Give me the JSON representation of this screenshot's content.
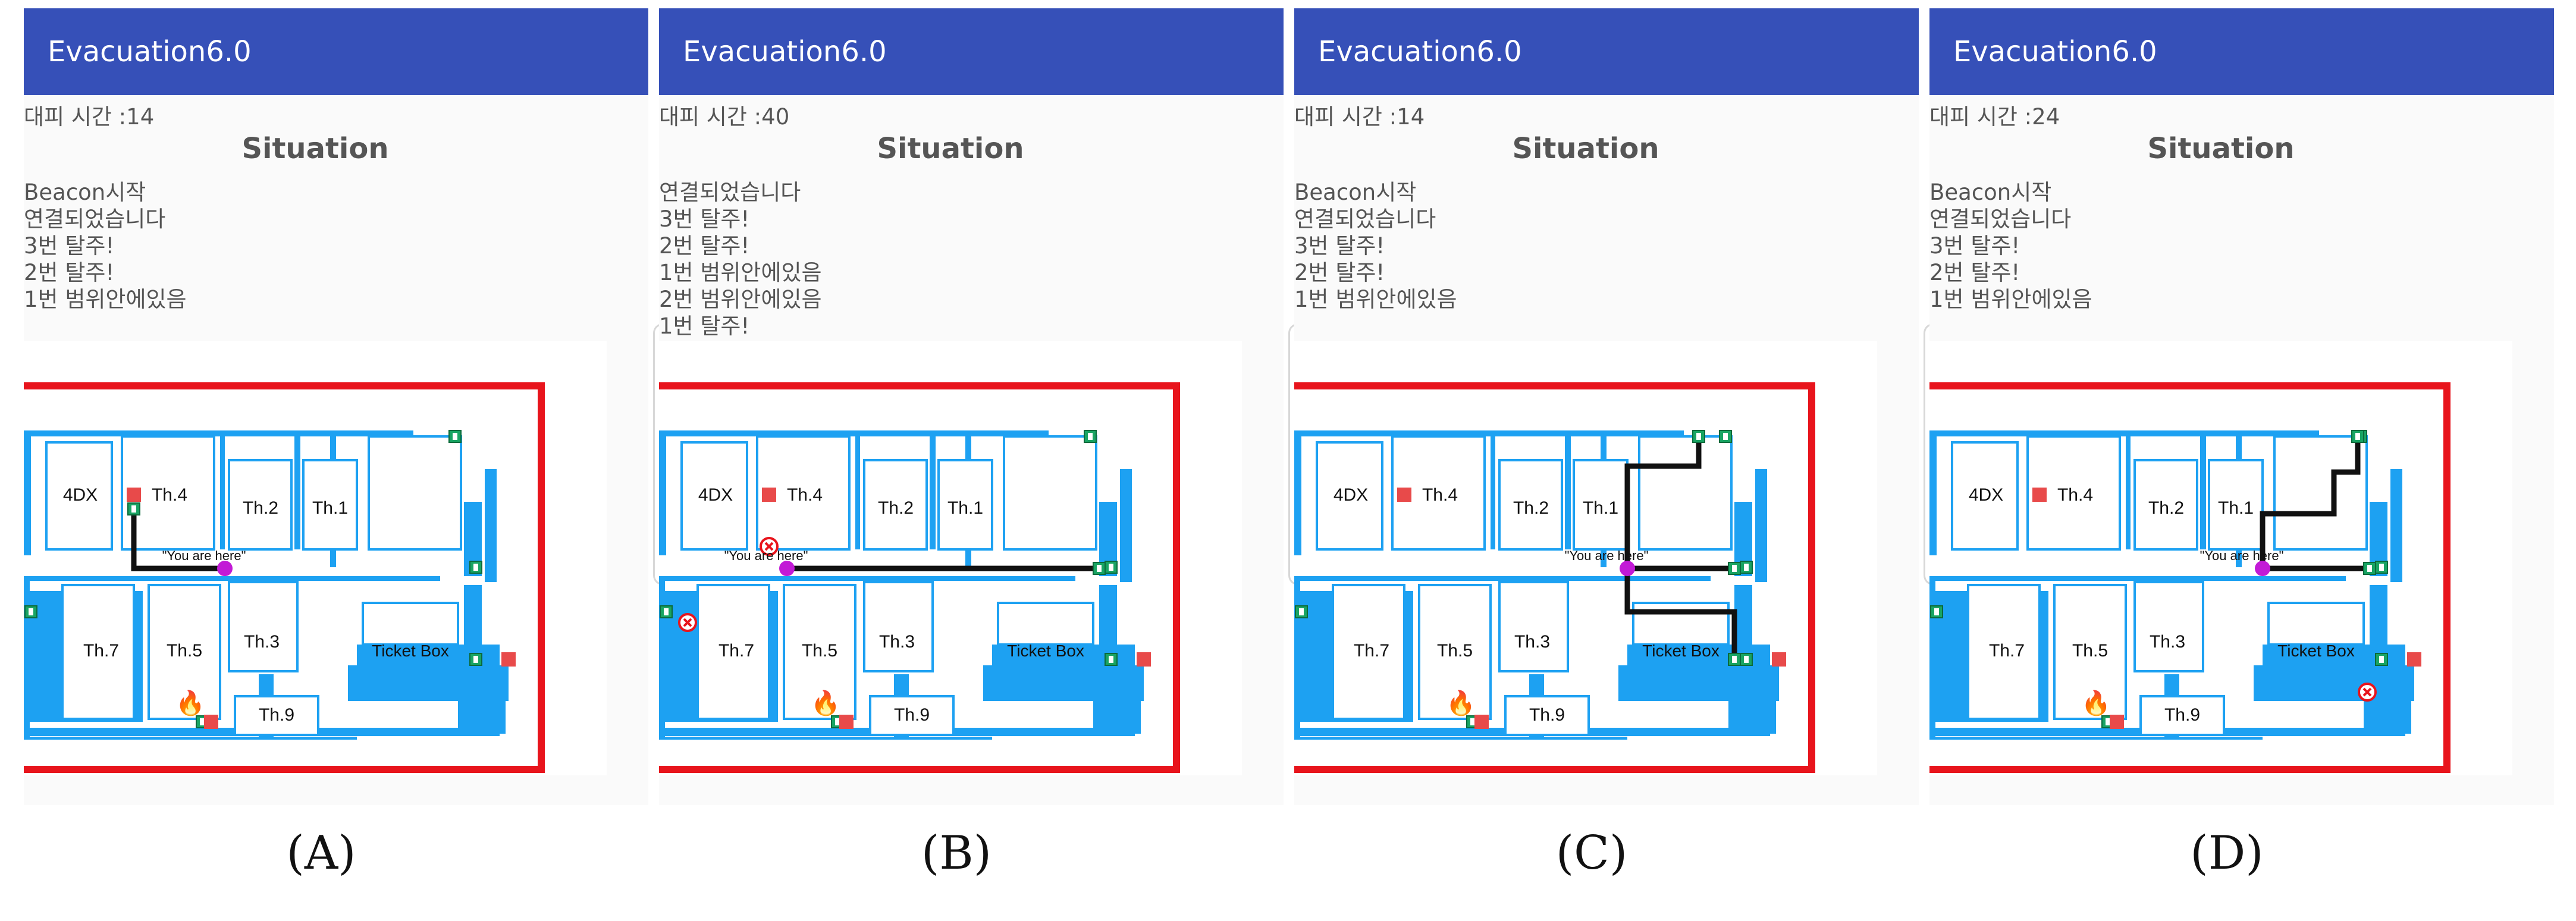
{
  "panels": [
    {
      "app_title": "Evacuation6.0",
      "timer": "대피 시간 :14",
      "situation_title": "Situation",
      "log": [
        "Beacon시작",
        "연결되었습니다",
        "3번 탈주!",
        "2번 탈주!",
        "1번 범위안에있음"
      ],
      "caption": "(A)"
    },
    {
      "app_title": "Evacuation6.0",
      "timer": "대피 시간 :40",
      "situation_title": "Situation",
      "log": [
        "연결되었습니다",
        "3번 탈주!",
        "2번 탈주!",
        "1번 범위안에있음",
        "2번 범위안에있음",
        "1번 탈주!"
      ],
      "caption": "(B)"
    },
    {
      "app_title": "Evacuation6.0",
      "timer": "대피 시간 :14",
      "situation_title": "Situation",
      "log": [
        "Beacon시작",
        "연결되었습니다",
        "3번 탈주!",
        "2번 탈주!",
        "1번 범위안에있음"
      ],
      "caption": "(C)"
    },
    {
      "app_title": "Evacuation6.0",
      "timer": "대피 시간 :24",
      "situation_title": "Situation",
      "log": [
        "Beacon시작",
        "연결되었습니다",
        "3번 탈주!",
        "2번 탈주!",
        "1번 범위안에있음"
      ],
      "caption": "(D)"
    }
  ],
  "map": {
    "rooms": [
      "4DX",
      "Th.4",
      "Th.2",
      "Th.1",
      "Th.7",
      "Th.5",
      "Th.3",
      "Th.9",
      "Ticket Box"
    ],
    "you_are_here": "\"You are here\"",
    "colors": {
      "wall": "#1da1f2",
      "border": "#e8141c",
      "path": "#111111",
      "marker": "#c21ad6",
      "exit": "#19a463",
      "hazard": "#e84a4a"
    },
    "icons": [
      "exit-sign-icon",
      "fire-icon",
      "blocked-exit-icon",
      "location-marker-icon"
    ]
  }
}
